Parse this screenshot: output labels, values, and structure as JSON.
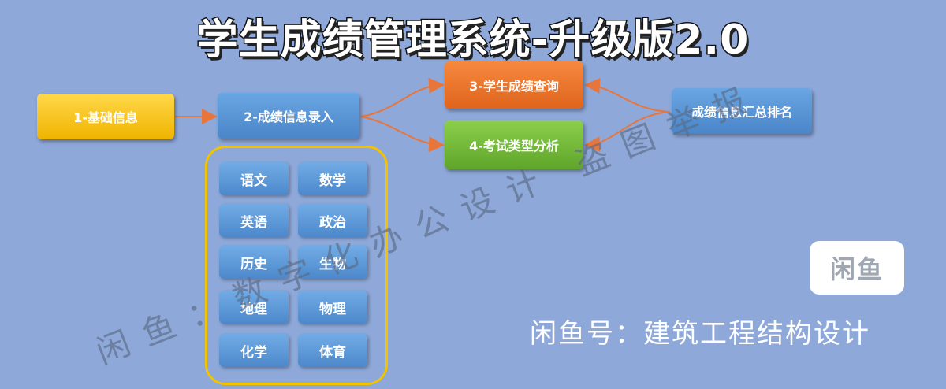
{
  "title": "学生成绩管理系统-升级版2.0",
  "nodes": {
    "basic_info": "1-基础信息",
    "score_entry": "2-成绩信息录入",
    "score_query": "3-学生成绩查询",
    "exam_analysis": "4-考试类型分析",
    "summary_rank": "成绩信息汇总排名"
  },
  "subjects": [
    "语文",
    "数学",
    "英语",
    "政治",
    "历史",
    "生物",
    "地理",
    "物理",
    "化学",
    "体育"
  ],
  "logo_text": "闲鱼",
  "xianyu_id": "闲鱼号：建筑工程结构设计",
  "watermark": "闲鱼：数字化办公设计 盗图举报",
  "colors": {
    "background": "#8ea8d9",
    "node_blue": "#4a86c8",
    "node_gold": "#f0b400",
    "node_orange": "#e0641c",
    "node_green": "#5fa52a",
    "connector": "#e8753a",
    "panel_border": "#f2c300"
  }
}
